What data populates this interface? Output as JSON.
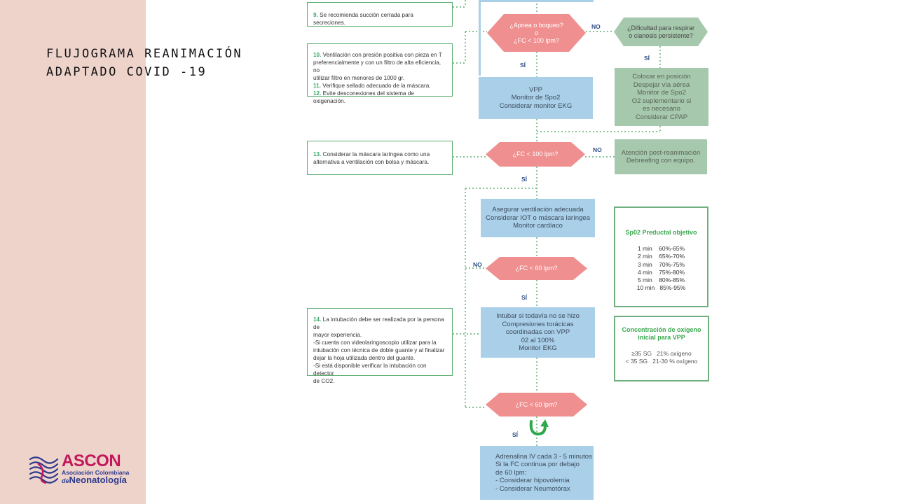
{
  "title": {
    "line1": "FLUJOGRAMA REANIMACIÓN",
    "line2": "ADAPTADO COVID -19"
  },
  "logo": {
    "name": "ASCON",
    "sub1": "Asociación Colombiana",
    "sub2_prefix": "de",
    "sub2": "Neonatología"
  },
  "notes": [
    {
      "lines": [
        {
          "num": "9.",
          "text": "Se recomienda succión cerrada para secreciones."
        }
      ]
    },
    {
      "lines": [
        {
          "num": "10.",
          "text": "Ventilación con presión positiva con pieza en T"
        },
        {
          "num": "",
          "text": "preferencialmente y  con un filtro de alta eficiencia, no"
        },
        {
          "num": "",
          "text": "utilizar filtro en menores de 1000 gr."
        },
        {
          "num": "11.",
          "text": "Verifique sellado adecuado de la máscara."
        },
        {
          "num": "12.",
          "text": "Evite desconexiones del sistema de oxigenación."
        }
      ]
    },
    {
      "lines": [
        {
          "num": "13.",
          "text": "Considerar la máscara laríngea como una"
        },
        {
          "num": "",
          "text": "alternativa a ventilación con bolsa y máscara."
        }
      ]
    },
    {
      "lines": [
        {
          "num": "14.",
          "text": "La intubación debe ser realizada por la persona de"
        },
        {
          "num": "",
          "text": "mayor experiencia."
        },
        {
          "num": "",
          "text": "-Si cuenta con videolaringoscopio utilizar para la"
        },
        {
          "num": "",
          "text": " intubación con técnica de doble guante  y al finalizar"
        },
        {
          "num": "",
          "text": "dejar la hoja utilizada dentro del guante."
        },
        {
          "num": "",
          "text": "-Si está disponible verificar la intubación con detector"
        },
        {
          "num": "",
          "text": "de CO2."
        }
      ]
    }
  ],
  "diamonds": [
    {
      "lines": [
        "¿Apnea o boqueo?",
        "o",
        "¿FC < 100 lpm?"
      ]
    },
    {
      "lines": [
        "¿FC < 100 lpm?"
      ]
    },
    {
      "lines": [
        "¿FC < 60 lpm?"
      ]
    },
    {
      "lines": [
        "¿FC < 60 lpm?"
      ]
    },
    {
      "lines": [
        "¿Dificultad para respirar",
        "o cianosis persistente?"
      ]
    }
  ],
  "blue_boxes": [
    {
      "lines": [
        "VPP",
        "Monitor de Spo2",
        "Considerar monitor EKG"
      ]
    },
    {
      "lines": [
        "Asegurar ventilación adecuada",
        "Considerar IOT o máscara laríngea",
        "Monitor cardíaco"
      ]
    },
    {
      "lines": [
        "Intubar si todavía no se hizo",
        "Compresiones torácicas",
        "coordinadas con VPP",
        "02 al 100%",
        "Monitor EKG"
      ]
    },
    {
      "lines": [
        "Adrenalina IV cada 3 - 5 minutos",
        "Si la FC continua por debajo",
        "de 60 lpm:",
        "- Considerar hipovolemia",
        "- Considerar Neumotórax"
      ]
    }
  ],
  "green_boxes": [
    {
      "lines": [
        "Colocar en posición",
        "Despejar vía aérea",
        "Monitor de Spo2",
        "O2 suplementario si",
        "es necesario",
        "Considerar CPAP"
      ]
    },
    {
      "lines": [
        "Atención post-reanimación",
        "Debreafing con equipo."
      ]
    }
  ],
  "labels": {
    "no": "NO",
    "si": "SÍ"
  },
  "spo2_panel": {
    "title": "Sp02 Preductal objetivo",
    "rows": [
      "1 min    60%-65%",
      "2 min    65%-70%",
      "3 min    70%-75%",
      "4 min    75%-80%",
      "5 min    80%-85%",
      "10 min   85%-95%"
    ]
  },
  "o2_panel": {
    "title_line1": "Concentración de oxígeno",
    "title_line2": "inicial para VPP",
    "rows": [
      "≥35 SG   21% oxígeno",
      "< 35 SG   21-30 % oxígeno"
    ]
  },
  "colors": {
    "sidebar": "#eed3cb",
    "blue_box": "#a9cfe9",
    "green_box": "#a6c8ad",
    "diamond_pink": "#ef8f90",
    "diamond_green": "#a6c8ad",
    "border_green": "#6fb07f",
    "label_blue": "#2d4f86",
    "accent_green": "#3aa866",
    "logo_magenta": "#c2185b",
    "logo_blue": "#2d3a8c"
  },
  "icons": {
    "loop_arrow": "green-loop-arrow-icon",
    "logo": "ascon-logo-icon"
  }
}
